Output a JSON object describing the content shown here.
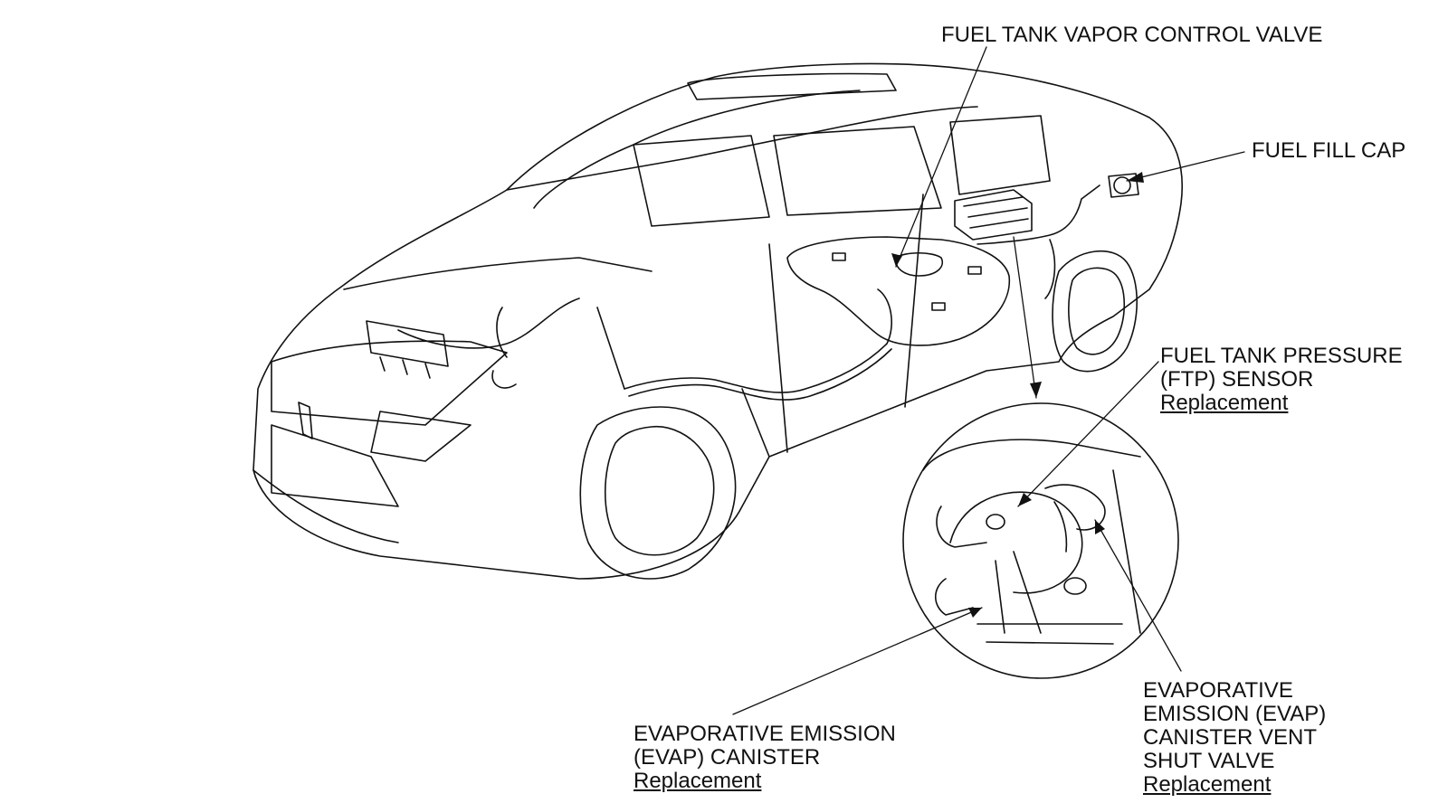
{
  "labels": {
    "vapor_valve": {
      "title": "FUEL TANK VAPOR CONTROL VALVE"
    },
    "fill_cap": {
      "title": "FUEL FILL CAP"
    },
    "ftp_sensor": {
      "line1": "FUEL TANK PRESSURE",
      "line2": "(FTP) SENSOR",
      "link": "Replacement"
    },
    "evap_canister": {
      "line1": "EVAPORATIVE EMISSION",
      "line2": "(EVAP) CANISTER",
      "link": "Replacement"
    },
    "vent_valve": {
      "line1": "EVAPORATIVE",
      "line2": "EMISSION (EVAP)",
      "line3": "CANISTER VENT",
      "line4": "SHUT VALVE",
      "link": "Replacement"
    }
  },
  "colors": {
    "ink": "#111111",
    "background": "#ffffff"
  }
}
